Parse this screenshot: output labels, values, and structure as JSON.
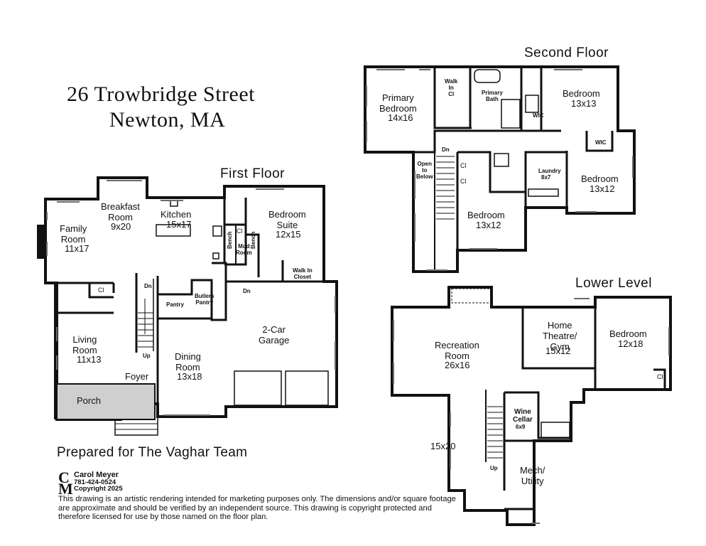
{
  "header": {
    "address_line1": "26 Trowbridge Street",
    "address_line2": "Newton, MA"
  },
  "floors": {
    "first": "First Floor",
    "second": "Second Floor",
    "lower": "Lower Level"
  },
  "first_floor": {
    "family_room": {
      "name": "Family\nRoom",
      "dims": "11x17"
    },
    "breakfast_room": {
      "name": "Breakfast\nRoom",
      "dims": "9x20"
    },
    "kitchen": {
      "name": "Kitchen",
      "dims": "15x17"
    },
    "bedroom_suite": {
      "name": "Bedroom\nSuite",
      "dims": "12x15"
    },
    "closet": "Cl",
    "bench_left": "Bench",
    "mud_room": "Mud\nRoom",
    "bench_right": "Bench",
    "walk_in_closet": "Walk In\nCloset",
    "living_room": {
      "name": "Living\nRoom",
      "dims": "11x13"
    },
    "closet_hall": "Cl",
    "pantry": "Pantry",
    "butlers_pantry": "Butlers\nPantry",
    "dn_stair": "Dn",
    "dn_stair2": "Dn",
    "up_stair": "Up",
    "garage": {
      "name": "2-Car\nGarage"
    },
    "dining_room": {
      "name": "Dining\nRoom",
      "dims": "13x18"
    },
    "foyer": "Foyer",
    "porch": "Porch"
  },
  "second_floor": {
    "primary_bedroom": {
      "name": "Primary\nBedroom",
      "dims": "14x16"
    },
    "walk_in_cl": "Walk\nIn\nCl",
    "primary_bath": "Primary\nBath",
    "bedroom_ne": {
      "name": "Bedroom",
      "dims": "13x13"
    },
    "wic_1": "WIC",
    "wic_2": "WIC",
    "bedroom_e": {
      "name": "Bedroom",
      "dims": "13x12"
    },
    "dn": "Dn",
    "open_to_below": "Open\nto\nBelow",
    "cl_1": "Cl",
    "cl_2": "Cl",
    "laundry": {
      "name": "Laundry",
      "dims": "8x7"
    },
    "bedroom_s": {
      "name": "Bedroom",
      "dims": "13x12"
    }
  },
  "lower_level": {
    "recreation_room": {
      "name": "Recreation\nRoom",
      "dims": "26x16"
    },
    "home_theatre": {
      "name": "Home\nTheatre/\nGym",
      "dims": "15x12"
    },
    "bedroom": {
      "name": "Bedroom",
      "dims": "12x18"
    },
    "cl": "Cl",
    "wine_cellar": {
      "name": "Wine\nCellar",
      "dims": "6x9"
    },
    "area_15x20": "15x20",
    "up": "Up",
    "mech_utility": {
      "name": "Mech/\nUtility"
    }
  },
  "footer": {
    "prepared_for": "Prepared for The Vaghar Team",
    "logo_letters": "CM",
    "designer_name": "Carol Meyer",
    "designer_phone": "781-424-0524",
    "copyright": "Copyright 2025",
    "disclaimer": "This drawing is an artistic rendering intended for marketing purposes only.  The dimensions and/or square footage are approximate and should be verified by an independent source.  This drawing is copyright protected and therefore licensed for use by those named on the floor plan."
  },
  "colors": {
    "wall": "#111111",
    "window": "#6b6b6b",
    "porch": "#cfcfcf"
  }
}
